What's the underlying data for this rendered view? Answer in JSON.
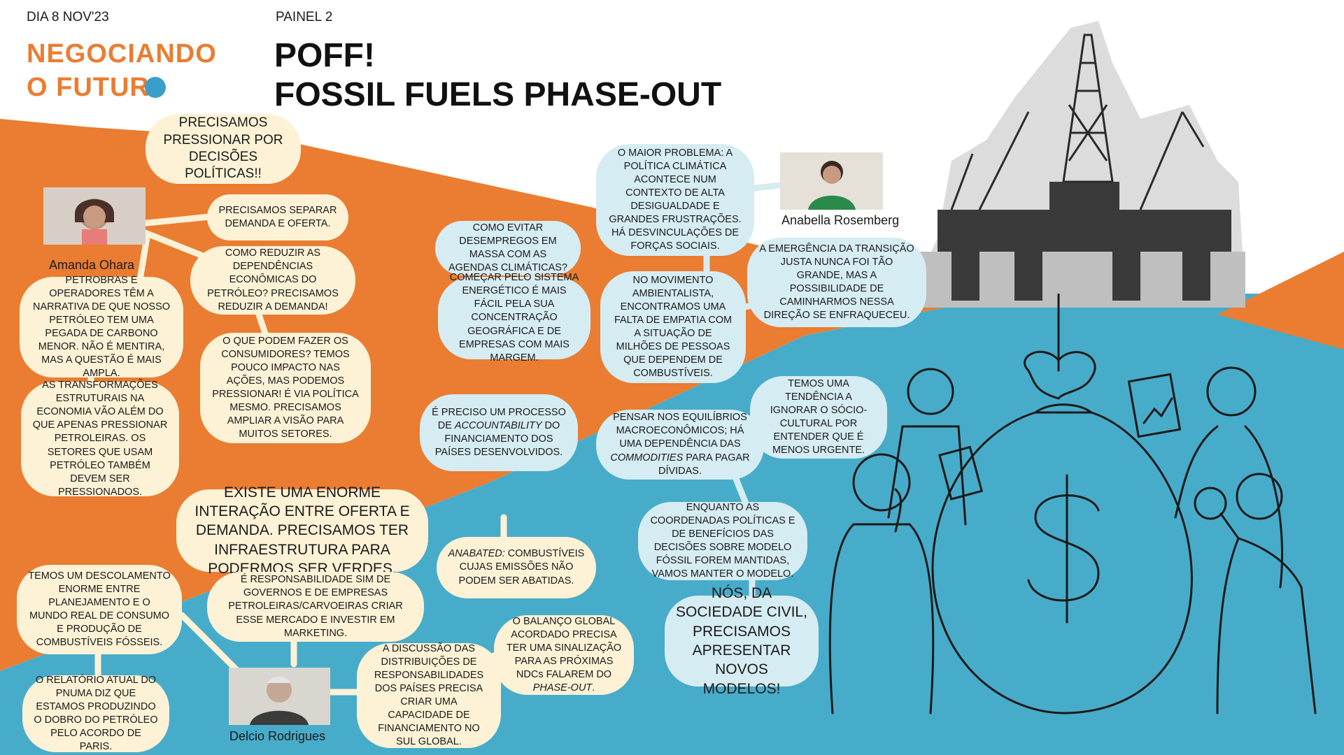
{
  "header": {
    "date": "DIA 8 NOV'23",
    "panel": "PAINEL 2",
    "logo_line1": "NEGOCIANDO",
    "logo_line2": "O FUTUR",
    "title_line1": "POFF!",
    "title_line2": "FOSSIL FUELS PHASE-OUT"
  },
  "colors": {
    "orange": "#ea7d31",
    "blue": "#47acc9",
    "cream": "#fdf2d6",
    "light_blue": "#d6ecf3"
  },
  "speakers": {
    "amanda": "Amanda Ohara",
    "anabella": "Anabella Rosemberg",
    "delcio": "Delcio Rodrigues"
  },
  "bubbles": {
    "b1": "PRECISAMOS PRESSIONAR POR DECISÕES POLÍTICAS!!",
    "b2": "PRECISAMOS SEPARAR DEMANDA E OFERTA.",
    "b3": "COMO REDUZIR AS DEPENDÊNCIAS ECONÔMICAS DO PETRÓLEO? PRECISAMOS REDUZIR A DEMANDA!",
    "b4": "PETROBRAS E OPERADORES TÊM A NARRATIVA DE QUE NOSSO PETRÓLEO TEM UMA PEGADA DE CARBONO MENOR. NÃO É MENTIRA, MAS A QUESTÃO É MAIS AMPLA.",
    "b5": "O QUE PODEM FAZER OS CONSUMIDORES? TEMOS POUCO IMPACTO NAS AÇÕES, MAS PODEMOS PRESSIONAR! É VIA POLÍTICA MESMO. PRECISAMOS AMPLIAR A VISÃO PARA MUITOS SETORES.",
    "b6": "AS TRANSFORMAÇÕES ESTRUTURAIS NA ECONOMIA VÃO ALÉM DO QUE APENAS PRESSIONAR PETROLEIRAS. OS SETORES QUE USAM PETRÓLEO TAMBÉM DEVEM SER PRESSIONADOS.",
    "b7": "COMO EVITAR DESEMPREGOS EM MASSA COM AS AGENDAS CLIMÁTICAS?",
    "b8": "COMEÇAR PELO SISTEMA ENERGÉTICO É MAIS FÁCIL PELA SUA CONCENTRAÇÃO GEOGRÁFICA E DE EMPRESAS COM MAIS MARGEM.",
    "b9": "O MAIOR PROBLEMA: A POLÍTICA CLIMÁTICA ACONTECE NUM CONTEXTO DE ALTA DESIGUALDADE E GRANDES FRUSTRAÇÕES. HÁ DESVINCULAÇÕES DE FORÇAS SOCIAIS.",
    "b10": "NO MOVIMENTO AMBIENTALISTA, ENCONTRAMOS UMA FALTA DE EMPATIA COM A SITUAÇÃO DE MILHÕES DE PESSOAS QUE DEPENDEM DE COMBUSTÍVEIS.",
    "b11": "A EMERGÊNCIA DA TRANSIÇÃO JUSTA NUNCA FOI TÃO GRANDE, MAS A POSSIBILIDADE DE CAMINHARMOS NESSA DIREÇÃO SE ENFRAQUECEU.",
    "b12_pre": "É PRECISO UM PROCESSO DE ",
    "b12_em": "ACCOUNTABILITY",
    "b12_post": " DO FINANCIAMENTO DOS PAÍSES DESENVOLVIDOS.",
    "b13_pre": "PENSAR NOS EQUILÍBRIOS MACROECONÔMICOS; HÁ UMA DEPENDÊNCIA DAS ",
    "b13_em": "COMMODITIES",
    "b13_post": " PARA PAGAR DÍVIDAS.",
    "b14": "TEMOS UMA TENDÊNCIA A IGNORAR O SÓCIO-CULTURAL POR ENTENDER QUE É MENOS URGENTE.",
    "b15": "EXISTE UMA ENORME INTERAÇÃO ENTRE OFERTA E DEMANDA. PRECISAMOS TER INFRAESTRUTURA PARA PODERMOS SER VERDES.",
    "b16": "É RESPONSABILIDADE SIM DE GOVERNOS E DE EMPRESAS PETROLEIRAS/CARVOEIRAS CRIAR ESSE MERCADO E INVESTIR EM MARKETING.",
    "b17_em": "ANABATED:",
    "b17_post": " COMBUSTÍVEIS CUJAS EMISSÕES NÃO PODEM SER ABATIDAS.",
    "b18": "ENQUANTO AS COORDENADAS POLÍTICAS E DE BENEFÍCIOS DAS DECISÕES SOBRE MODELO FÓSSIL FOREM MANTIDAS, VAMOS MANTER O MODELO.",
    "b19": "NÓS, DA SOCIEDADE CIVIL, PRECISAMOS APRESENTAR NOVOS MODELOS!",
    "b20": "TEMOS UM DESCOLAMENTO ENORME ENTRE PLANEJAMENTO E O MUNDO REAL DE CONSUMO E PRODUÇÃO DE COMBUSTÍVEIS FÓSSEIS.",
    "b21": "O RELATÓRIO ATUAL DO PNUMA DIZ QUE ESTAMOS PRODUZINDO O DOBRO DO PETRÓLEO PELO ACORDO DE PARIS.",
    "b22": "A DISCUSSÃO DAS DISTRIBUIÇÕES DE RESPONSABILIDADES DOS PAÍSES PRECISA CRIAR UMA CAPACIDADE DE FINANCIAMENTO NO SUL GLOBAL.",
    "b23_pre": "O BALANÇO GLOBAL ACORDADO PRECISA TER UMA SINALIZAÇÃO PARA AS PRÓXIMAS NDCs FALAREM DO ",
    "b23_em": "PHASE-OUT",
    "b23_post": "."
  }
}
